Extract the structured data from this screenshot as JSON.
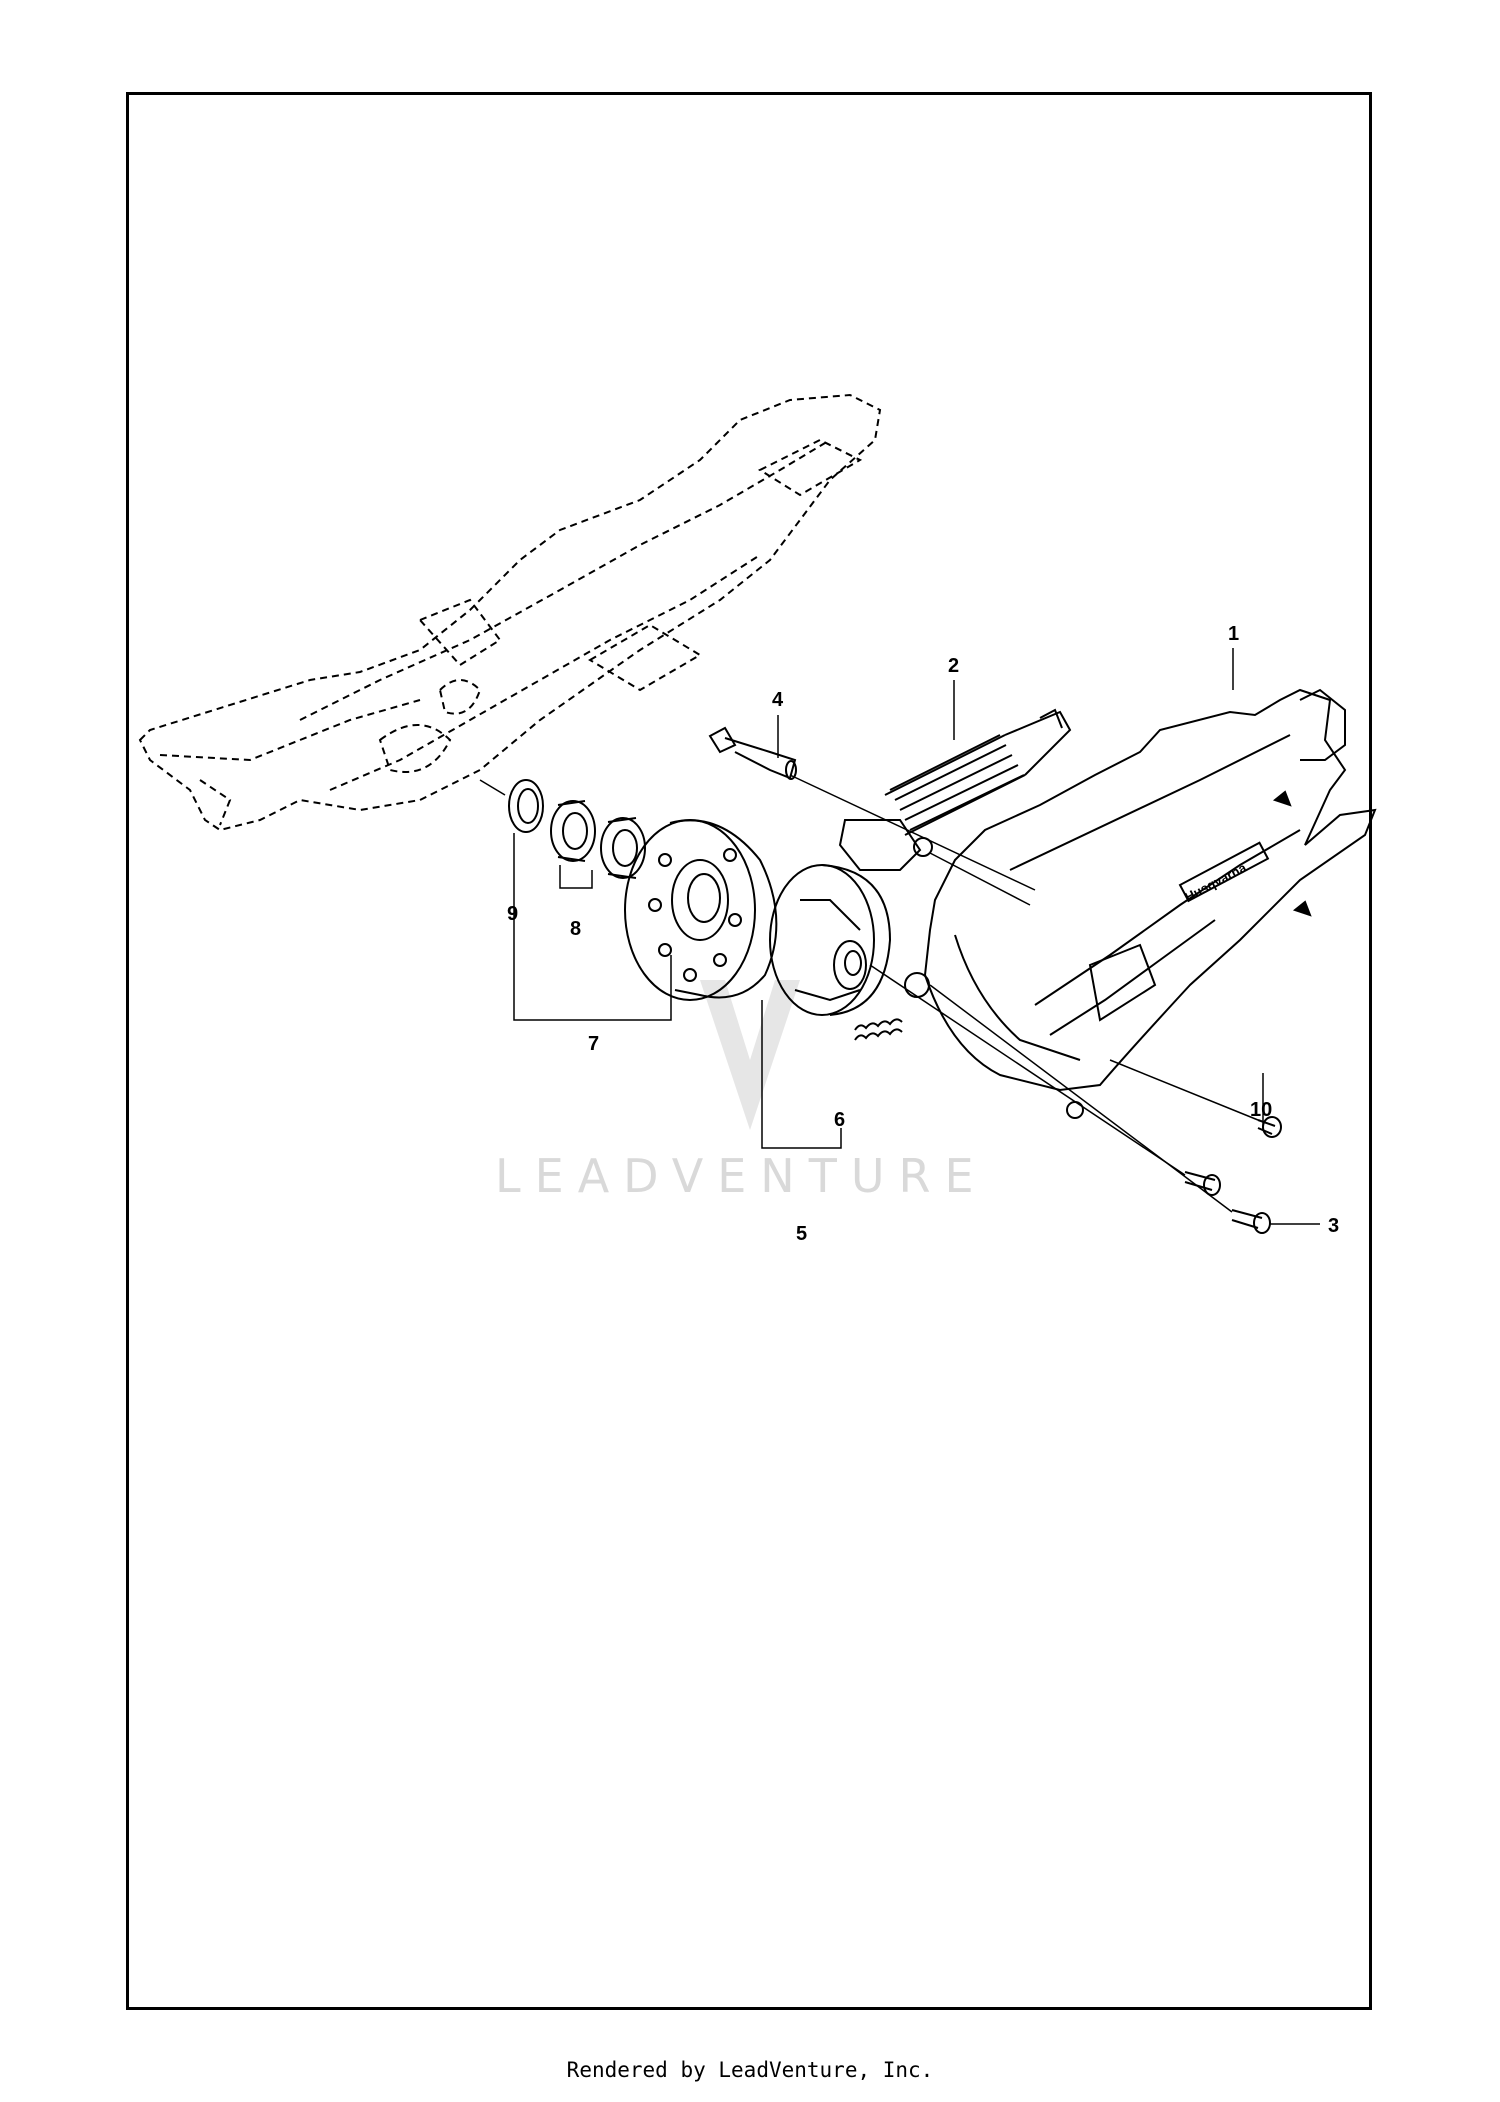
{
  "diagram": {
    "callouts": [
      "1",
      "2",
      "3",
      "4",
      "5",
      "6",
      "7",
      "8",
      "9",
      "10"
    ],
    "watermark": "LEADVENTURE",
    "cover_brand": "Husqvarna",
    "colors": {
      "ink": "#000000",
      "watermark": "#d9d9d9",
      "frame": "#000000"
    }
  },
  "footer": {
    "text": "Rendered by LeadVenture, Inc."
  }
}
